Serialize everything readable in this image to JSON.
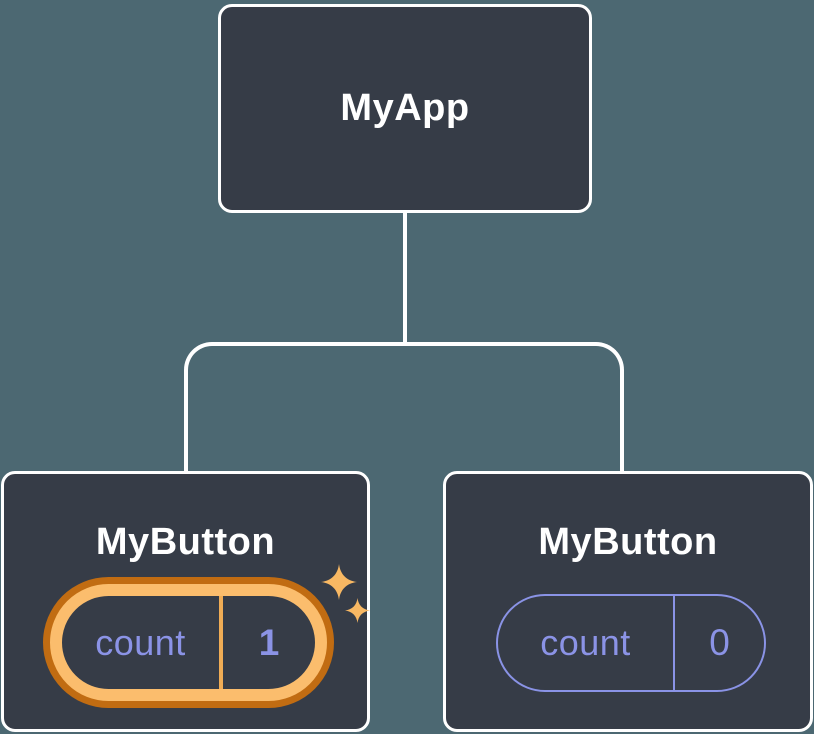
{
  "diagram": {
    "description": "React component tree showing isolated state",
    "root": {
      "label": "MyApp"
    },
    "children": [
      {
        "label": "MyButton",
        "state": {
          "key": "count",
          "value": "1"
        },
        "highlighted": true,
        "sparkles": true
      },
      {
        "label": "MyButton",
        "state": {
          "key": "count",
          "value": "0"
        },
        "highlighted": false,
        "sparkles": false
      }
    ]
  },
  "icons": {
    "sparkle_large": "four-point-star",
    "sparkle_small": "four-point-star"
  },
  "palette": {
    "background": "#4C6872",
    "node_fill": "#363C47",
    "node_border": "#FFFFFF",
    "title_text": "#FFFFFF",
    "state_text": "#8B93E6",
    "pill_border_plain": "#8A93E6",
    "highlight_outer": "#C16C12",
    "highlight_inner": "#FBBD6D",
    "highlight_divider": "#F0AC55",
    "sparkle": "#F8B863"
  }
}
